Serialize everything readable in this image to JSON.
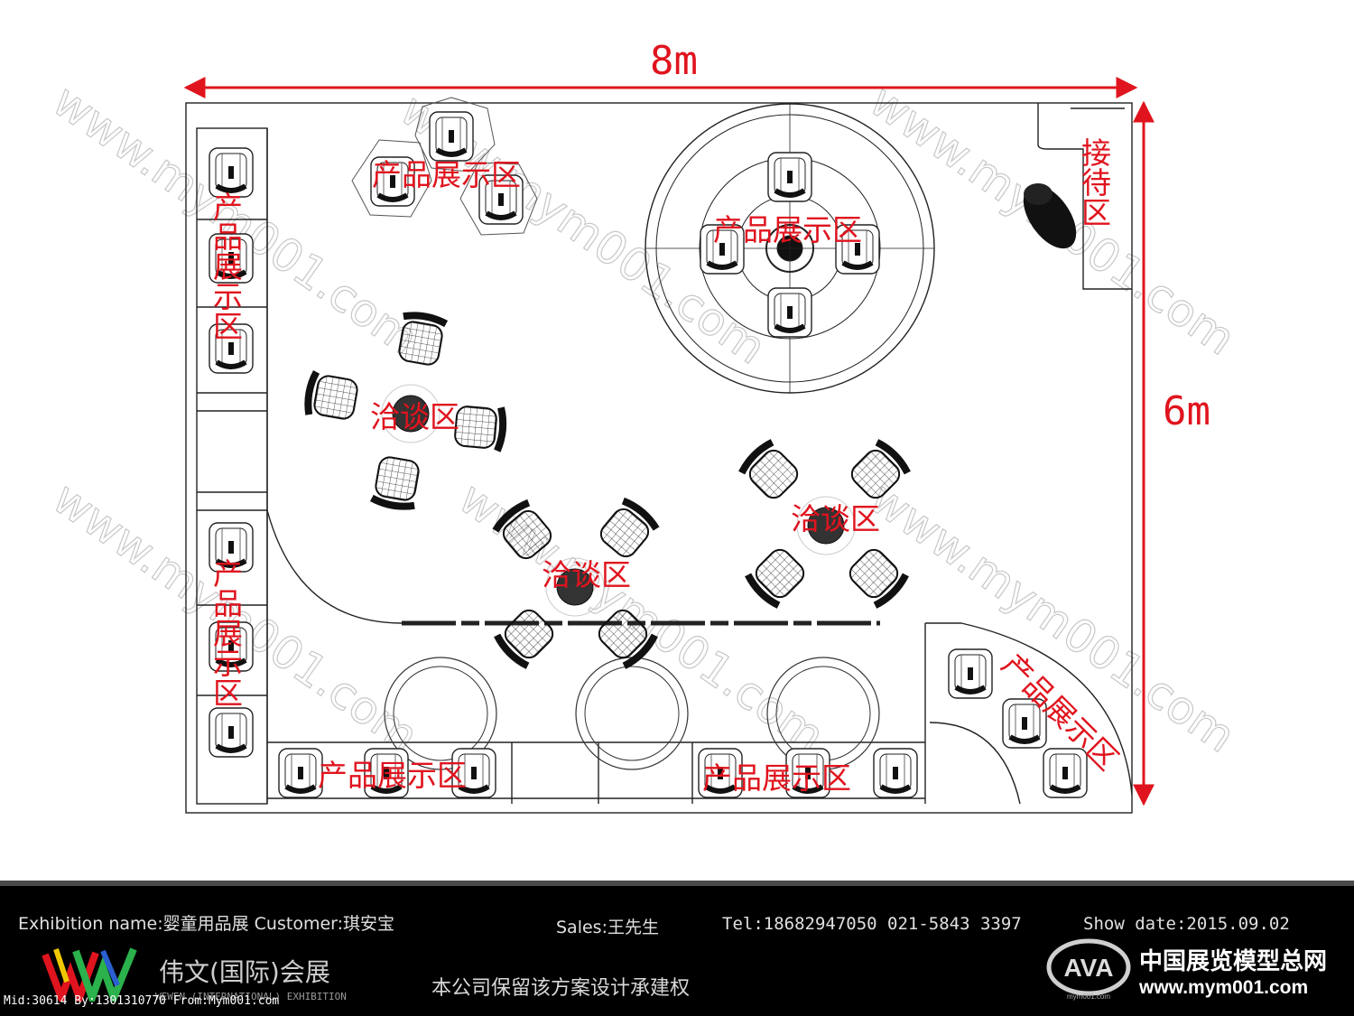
{
  "dimensions": {
    "width_label": "8m",
    "height_label": "6m"
  },
  "zones": {
    "top_left_display": "产品展示区",
    "left_wall_upper": "产品展示区",
    "left_wall_lower": "产品展示区",
    "round_display": "产品展示区",
    "reception": "接待区",
    "negotiation_left": "洽谈区",
    "negotiation_center": "洽谈区",
    "negotiation_right": "洽谈区",
    "bottom_left_display": "产品展示区",
    "bottom_center_display": "产品展示区",
    "bottom_right_display": "产品展示区"
  },
  "watermark": "www.mym001.com",
  "footer": {
    "exhibition_line": "Exhibition name:婴童用品展 Customer:琪安宝",
    "sales": "Sales:王先生",
    "tel": "Tel:18682947050  021-5843 3397",
    "show_date": "Show date:2015.09.02",
    "company_cn": "伟文(国际)会展",
    "company_en": "WEWEN (INTERNATIONAL) EXHIBITION",
    "rights_notice": "本公司保留该方案设计承建权",
    "site_name": "中国展览模型总网",
    "site_url": "www.mym001.com",
    "meta_id": "Mid:30614 By:1301310770 From:Mym001.com",
    "ava_logo_text": "AVA",
    "ava_logo_sub": "mym001.com"
  },
  "colors": {
    "accent": "#e0141e",
    "line": "#222222",
    "footer_bg": "#000000"
  }
}
